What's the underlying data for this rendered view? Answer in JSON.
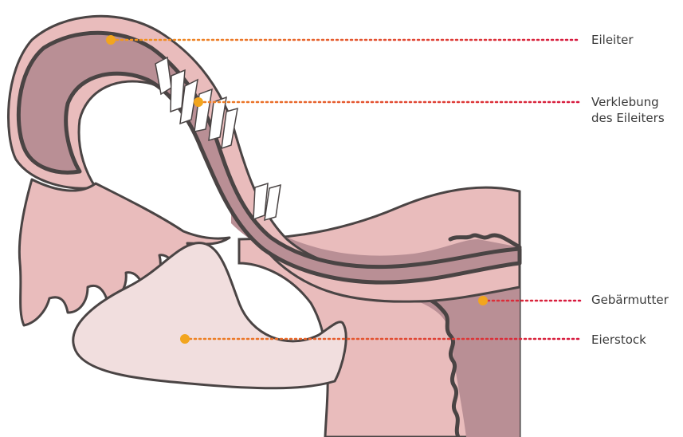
{
  "labels": {
    "eileiter": "Eileiter",
    "verklebung_line1": "Verklebung",
    "verklebung_line2": "des Eileiters",
    "gebaermutter": "Gebärmutter",
    "eierstock": "Eierstock"
  },
  "colors": {
    "tissue_light": "#e9bcbc",
    "tissue_dark": "#b98f95",
    "ovary": "#f1dede",
    "outline": "#4a4444",
    "dot": "#f2a51e",
    "leader_start": "#f39a1e",
    "leader_end": "#d6173f"
  }
}
